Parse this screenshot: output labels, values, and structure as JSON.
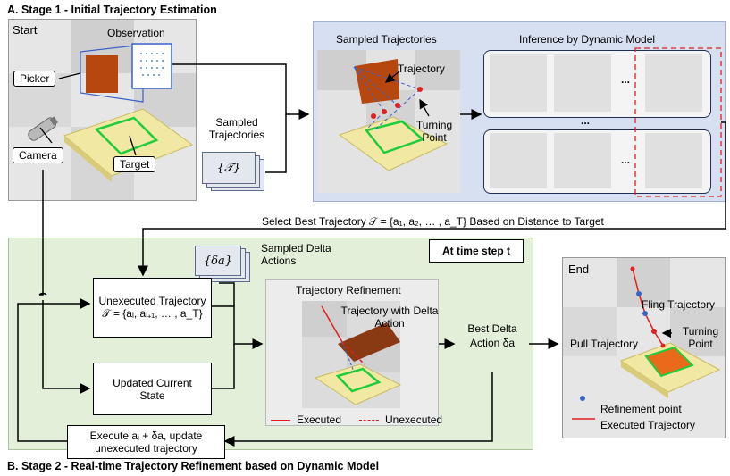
{
  "stage1": {
    "title": "A. Stage 1 - Initial Trajectory Estimation",
    "start_label": "Start",
    "observation_label": "Observation",
    "picker_label": "Picker",
    "camera_label": "Camera",
    "target_label": "Target",
    "sampled_trajectories_label": "Sampled Trajectories",
    "traj_set_symbol": "{𝒯}",
    "sampled_panel_title": "Sampled Trajectories",
    "inference_panel_title": "Inference by Dynamic Model",
    "trajectory_label": "Trajectory",
    "turning_point_label": "Turning Point",
    "ellipsis": "...",
    "select_best_text": "Select Best Trajectory 𝒯 = {a₁, a₂, … , a_T} Based on Distance to Target"
  },
  "stage2": {
    "title": "B. Stage 2 - Real-time Trajectory Refinement based on Dynamic Model",
    "at_time_step": "At time step t",
    "delta_symbol": "{δa}",
    "sampled_delta_label": "Sampled Delta Actions",
    "unexecuted_traj_text": "Unexecuted Trajectory 𝒯 = {aᵢ, aᵢ₊₁, … , a_T}",
    "updated_state_text": "Updated Current State",
    "refinement_title": "Trajectory Refinement",
    "traj_with_delta": "Trajectory with Delta Action",
    "best_delta_text": "Best Delta Action δa",
    "executed_legend": "Executed",
    "unexecuted_legend": "Unexecuted",
    "execute_text": "Execute aᵢ + δa, update unexecuted trajectory"
  },
  "end": {
    "end_label": "End",
    "fling_label": "Fling Trajectory",
    "turning_point_label": "Turning Point",
    "pull_label": "Pull Trajectory",
    "refinement_point_label": "Refinement point",
    "executed_traj_label": "Executed Trajectory"
  },
  "colors": {
    "green_panel": "#e3efd9",
    "blue_panel": "#d6e0f1",
    "cloth": "#b5470f",
    "target_green": "#1fcc3a",
    "pad": "#efe5a0",
    "red": "#e02020",
    "blue_dot": "#3a63c7"
  }
}
